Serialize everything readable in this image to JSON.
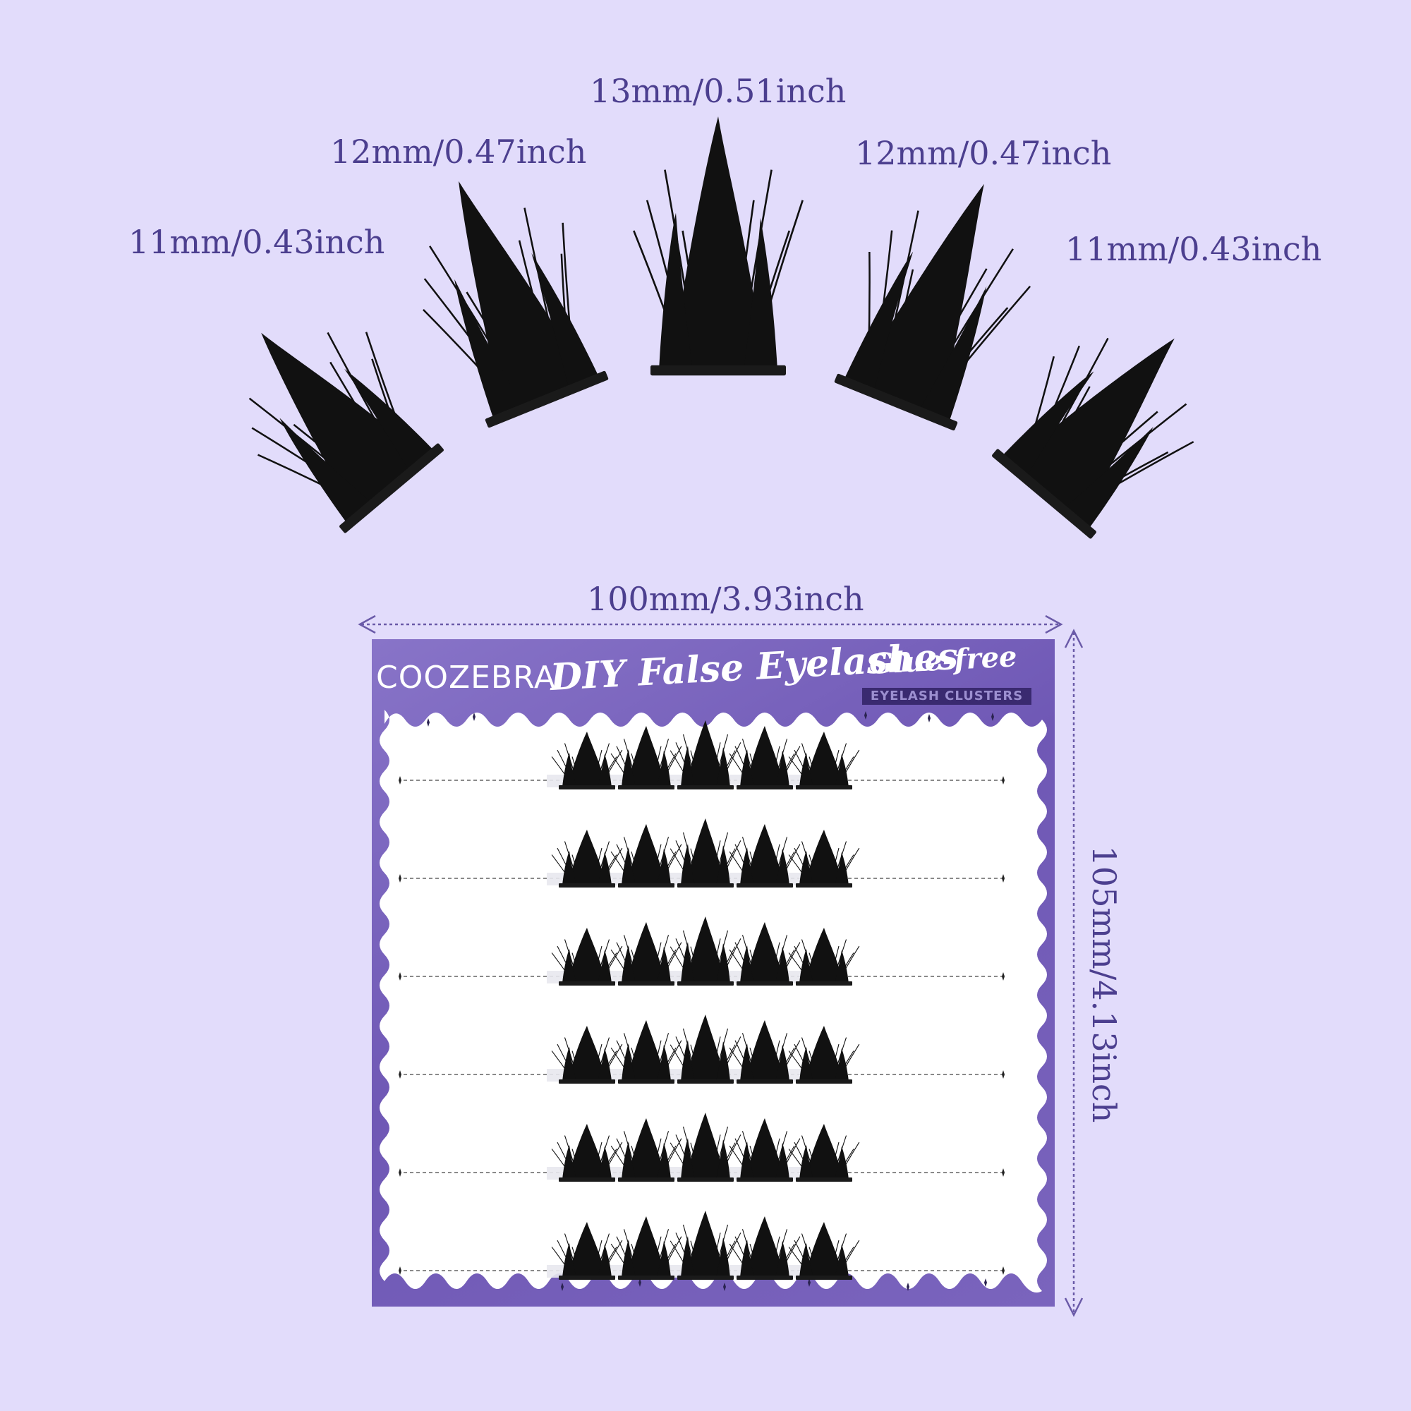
{
  "cluster_labels": [
    {
      "id": "left-outer",
      "text": "11mm/0.43inch"
    },
    {
      "id": "left-inner",
      "text": "12mm/0.47inch"
    },
    {
      "id": "center",
      "text": "13mm/0.51inch"
    },
    {
      "id": "right-inner",
      "text": "12mm/0.47inch"
    },
    {
      "id": "right-outer",
      "text": "11mm/0.43inch"
    }
  ],
  "dimensions": {
    "width_label": "100mm/3.93inch",
    "height_label": "105mm/4.13inch"
  },
  "card": {
    "brand": "COOZEBRA",
    "product": "DIY False Eyelashes",
    "tag": "Glue-free",
    "subtitle": "EYELASH CLUSTERS",
    "rows": 6,
    "clusters_per_row": 5
  },
  "colors": {
    "background": "#e2dcfb",
    "label_text": "#4c3f8f",
    "card_purple": "#7560b9",
    "lash": "#111111"
  }
}
